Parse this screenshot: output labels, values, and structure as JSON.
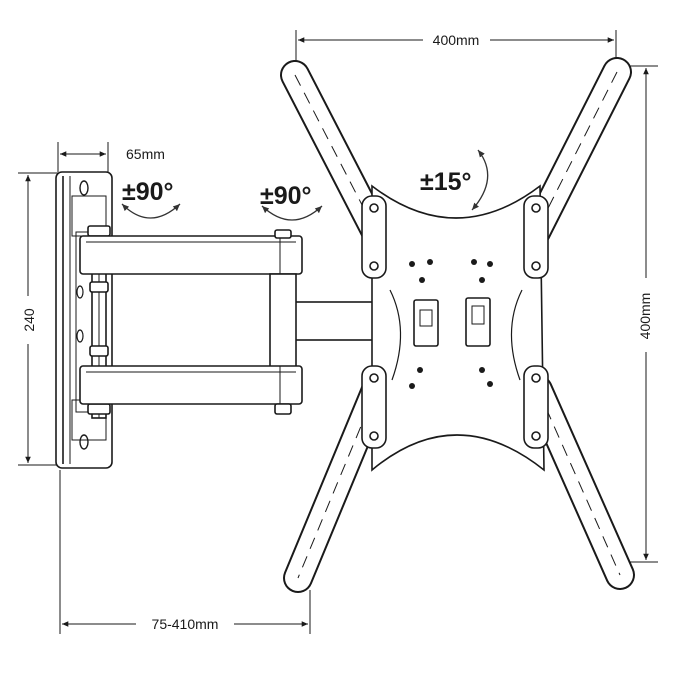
{
  "dimensions": {
    "top_width": "400mm",
    "right_height": "400mm",
    "left_height": "240",
    "wall_plate_depth": "65mm",
    "extension_range": "75-410mm"
  },
  "rotations": {
    "wall_swivel": "±90°",
    "arm_swivel": "±90°",
    "tilt_rotation": "±15°"
  }
}
